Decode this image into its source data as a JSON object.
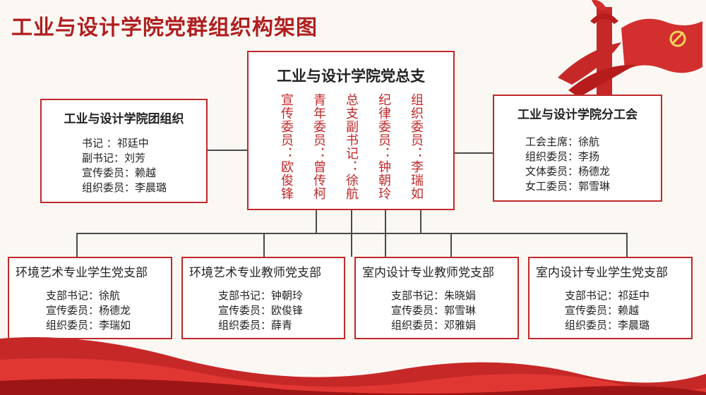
{
  "page": {
    "title": "工业与设计学院党群组织构架图"
  },
  "center": {
    "title": "工业与设计学院党总支",
    "columns": [
      "宣传委员：欧俊锋",
      "青年委员：曾传柯",
      "总支副书记：徐航",
      "纪律委员：钟朝玲",
      "组织委员：李瑞如"
    ]
  },
  "league": {
    "title": "工业与设计学院团组织",
    "members": [
      "书记 ：祁廷中",
      "副书记：刘芳",
      "宣传委员：赖越",
      "组织委员：李晨璐"
    ]
  },
  "union": {
    "title": "工业与设计学院分工会",
    "members": [
      "工会主席：徐航",
      "组织委员：李扬",
      "文体委员：杨德龙",
      "女工委员：郭雪琳"
    ]
  },
  "branches": [
    {
      "title": "环境艺术专业学生党支部",
      "members": [
        "支部书记：徐航",
        "宣传委员：杨德龙",
        "组织委员：李瑞如"
      ]
    },
    {
      "title": "环境艺术专业教师党支部",
      "members": [
        "支部书记：钟朝玲",
        "宣传委员：欧俊锋",
        "组织委员：薛青"
      ]
    },
    {
      "title": "室内设计专业教师党支部",
      "members": [
        "支部书记：朱晓娟",
        "宣传委员：郭雪琳",
        "组织委员：邓雅娟"
      ]
    },
    {
      "title": "室内设计专业学生党支部",
      "members": [
        "支部书记：祁廷中",
        "宣传委员：赖越",
        "组织委员：李晨璐"
      ]
    }
  ],
  "colors": {
    "accent": "#c0282a",
    "title": "#b01e1e",
    "connector": "#4a4a4a"
  },
  "icons": {
    "flag": "party-flag-icon",
    "pillar": "huabiao-pillar-icon"
  }
}
